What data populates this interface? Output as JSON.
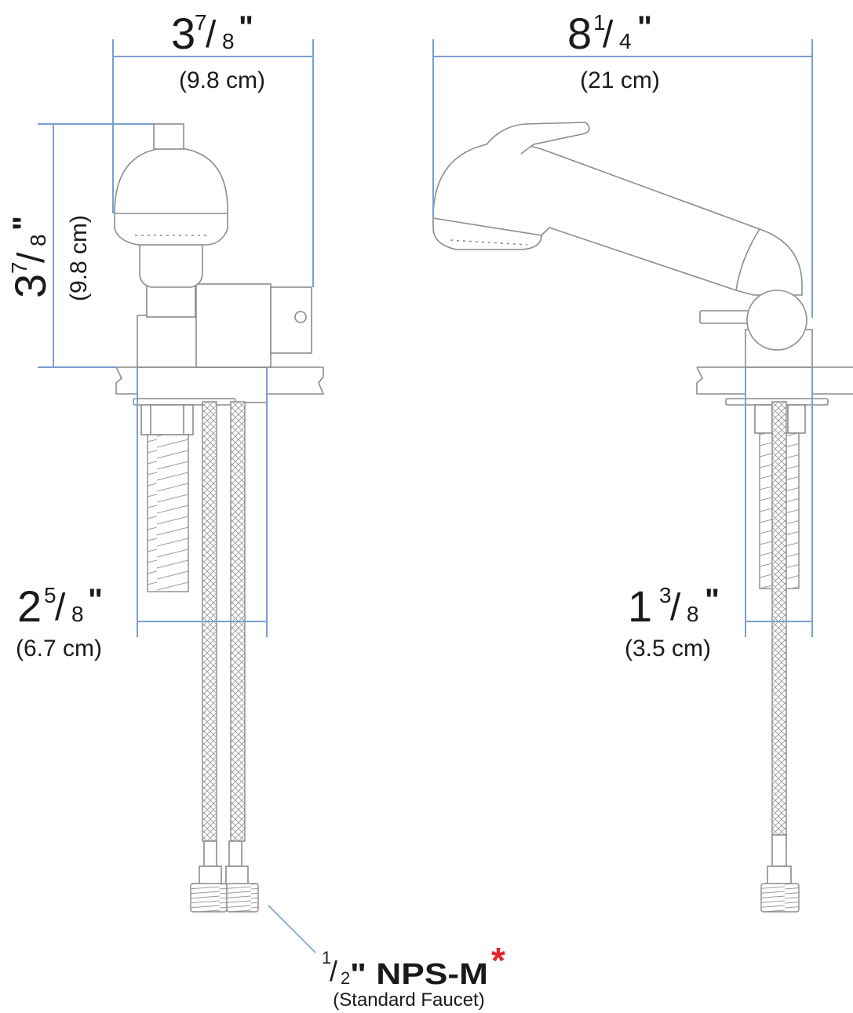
{
  "dimensions": {
    "left_width": {
      "whole": "3",
      "num": "7",
      "den": "8",
      "unit": "\"",
      "metric": "(9.8 cm)"
    },
    "right_width": {
      "whole": "8",
      "num": "1",
      "den": "4",
      "unit": "\"",
      "metric": "(21 cm)"
    },
    "left_height": {
      "whole": "3",
      "num": "7",
      "den": "8",
      "unit": "\"",
      "metric": "(9.8 cm)"
    },
    "left_shank": {
      "whole": "2",
      "num": "5",
      "den": "8",
      "unit": "\"",
      "metric": "(6.7 cm)"
    },
    "right_shank": {
      "whole": "1",
      "num": "3",
      "den": "8",
      "unit": "\"",
      "metric": "(3.5 cm)"
    }
  },
  "connection": {
    "num": "1",
    "den": "2",
    "label": "\" NPS-M",
    "asterisk": "*",
    "note": "(Standard Faucet)"
  },
  "colors": {
    "dimension_line": "#7b9fd0",
    "outline": "#8c8c8c",
    "text": "#1a1a1a",
    "asterisk": "#e8232a"
  }
}
